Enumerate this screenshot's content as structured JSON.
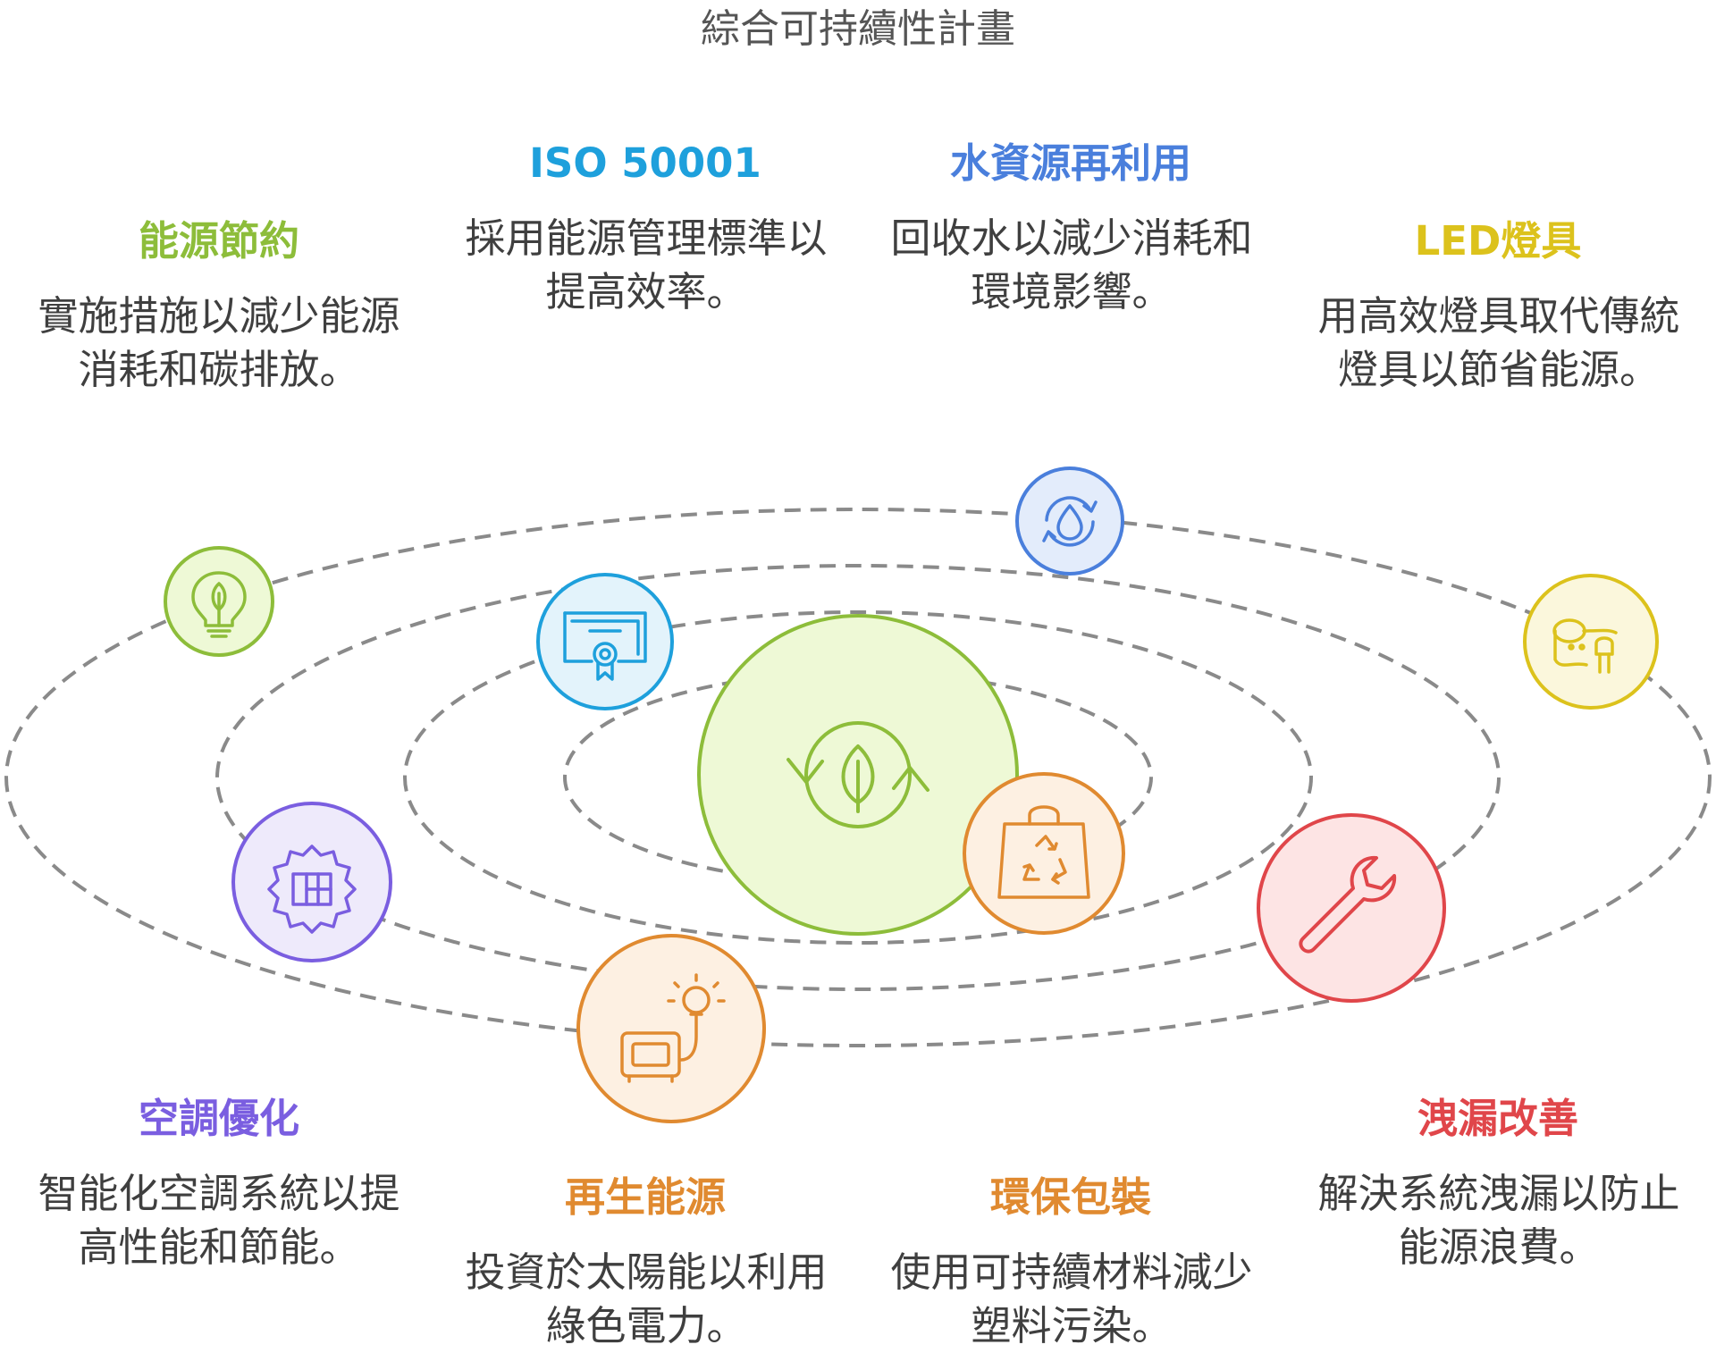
{
  "title": "綜合可持續性計畫",
  "colors": {
    "orbit": "#8a8a8a",
    "green": "#8dbd3a",
    "blue": "#1ea0dc",
    "royal": "#4a7fdc",
    "yellow": "#dcc21c",
    "purple": "#7a5ee0",
    "orange": "#e08a30",
    "red": "#e0464a"
  },
  "center": {
    "icon": "recycle-leaf-icon"
  },
  "items": [
    {
      "key": "energy_saving",
      "title": "能源節約",
      "desc": "實施措施以減少能源消耗和碳排放。",
      "color": "#8dbd3a",
      "icon": "lightbulb-leaf-icon"
    },
    {
      "key": "iso50001",
      "title": "ISO 50001",
      "desc": "採用能源管理標準以提高效率。",
      "color": "#1ea0dc",
      "icon": "certificate-icon"
    },
    {
      "key": "water_reuse",
      "title": "水資源再利用",
      "desc": "回收水以減少消耗和環境影響。",
      "color": "#4a7fdc",
      "icon": "water-recycle-icon"
    },
    {
      "key": "led_lighting",
      "title": "LED燈具",
      "desc": "用高效燈具取代傳統燈具以節省能源。",
      "color": "#dcc21c",
      "icon": "led-strip-icon"
    },
    {
      "key": "hvac",
      "title": "空調優化",
      "desc": "智能化空調系統以提高性能和節能。",
      "color": "#7a5ee0",
      "icon": "cog-chip-icon"
    },
    {
      "key": "renewable",
      "title": "再生能源",
      "desc": "投資於太陽能以利用綠色電力。",
      "color": "#e08a30",
      "icon": "generator-bulb-icon"
    },
    {
      "key": "packaging",
      "title": "環保包裝",
      "desc": "使用可持續材料減少塑料污染。",
      "color": "#e08a30",
      "icon": "recycle-bag-icon"
    },
    {
      "key": "leak_fix",
      "title": "洩漏改善",
      "desc": "解決系統洩漏以防止能源浪費。",
      "color": "#e0464a",
      "icon": "wrench-icon"
    }
  ]
}
